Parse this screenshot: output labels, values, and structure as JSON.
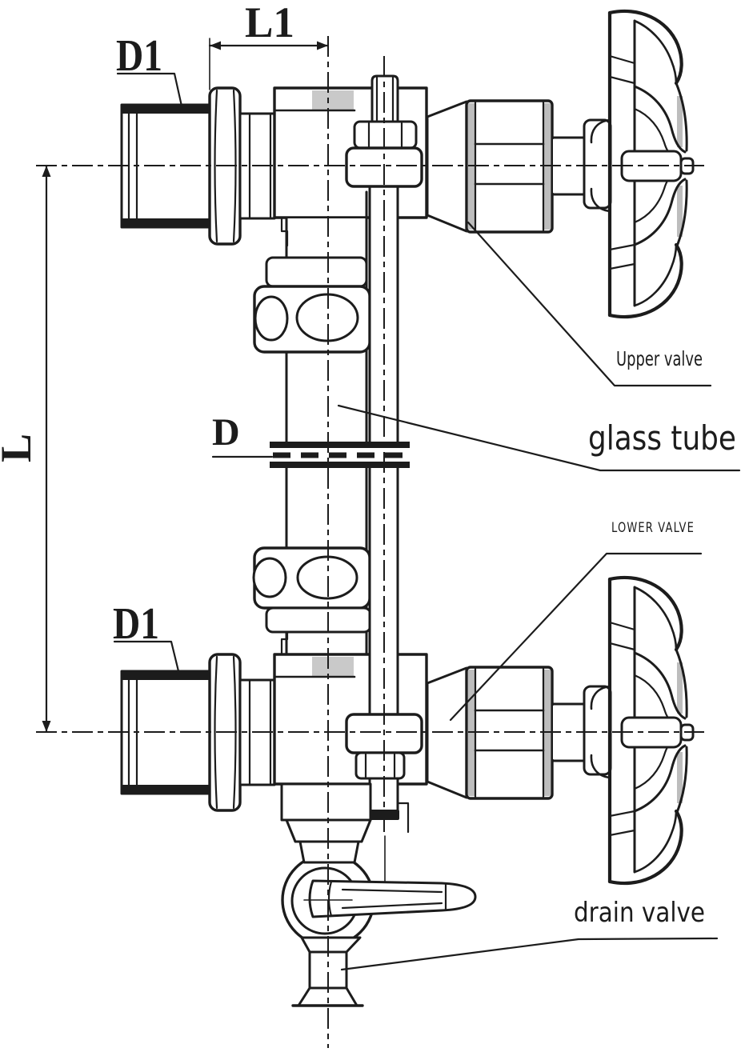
{
  "drawing": {
    "ink": "#1c1c1c",
    "paper": "#ffffff",
    "type": "valve-assembly-technical-drawing"
  },
  "dimensions": {
    "d1_top": "D1",
    "l1": "L1",
    "l": "L",
    "d": "D",
    "d1_bottom": "D1"
  },
  "annotations": {
    "upper_valve": "Upper valve",
    "glass_tube": "glass tube",
    "lower_valve": "LOWER VALVE",
    "drain_valve": "drain valve"
  }
}
